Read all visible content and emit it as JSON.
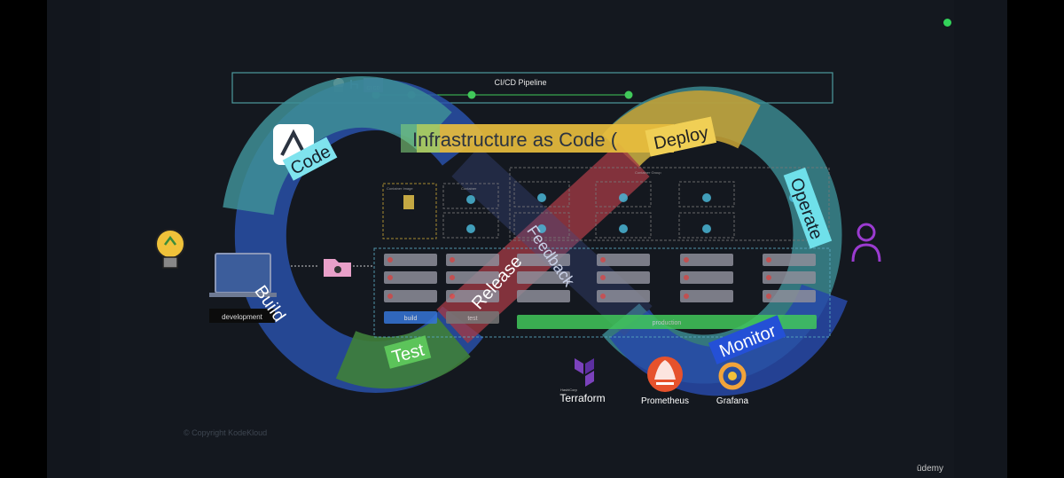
{
  "pipeline": {
    "title": "CI/CD Pipeline",
    "badge": "CI CD"
  },
  "banner": {
    "text": "Infrastructure as Code ("
  },
  "phases": {
    "code": "Code",
    "build": "Build",
    "test": "Test",
    "release": "Release",
    "deploy": "Deploy",
    "operate": "Operate",
    "monitor": "Monitor",
    "feedback": "Feedback"
  },
  "environments": {
    "development": "development",
    "build": "build",
    "test": "test",
    "production": "production"
  },
  "containers": {
    "image_label": "Container Image",
    "container_label": "Container",
    "group_label": "Container Group"
  },
  "tools": {
    "terraform_small": "HashiCorp",
    "terraform": "Terraform",
    "prometheus": "Prometheus",
    "grafana": "Grafana"
  },
  "footer": {
    "copyright": "© Copyright KodeKloud",
    "brand": "ūdemy"
  },
  "colors": {
    "code": "#3e8f96",
    "build": "#2a4ea8",
    "test": "#3f7f3a",
    "release": "#a23a45",
    "deploy": "#c4a036",
    "operate": "#3c8f95",
    "monitor": "#2749a8",
    "accent_green": "#41c85a"
  }
}
